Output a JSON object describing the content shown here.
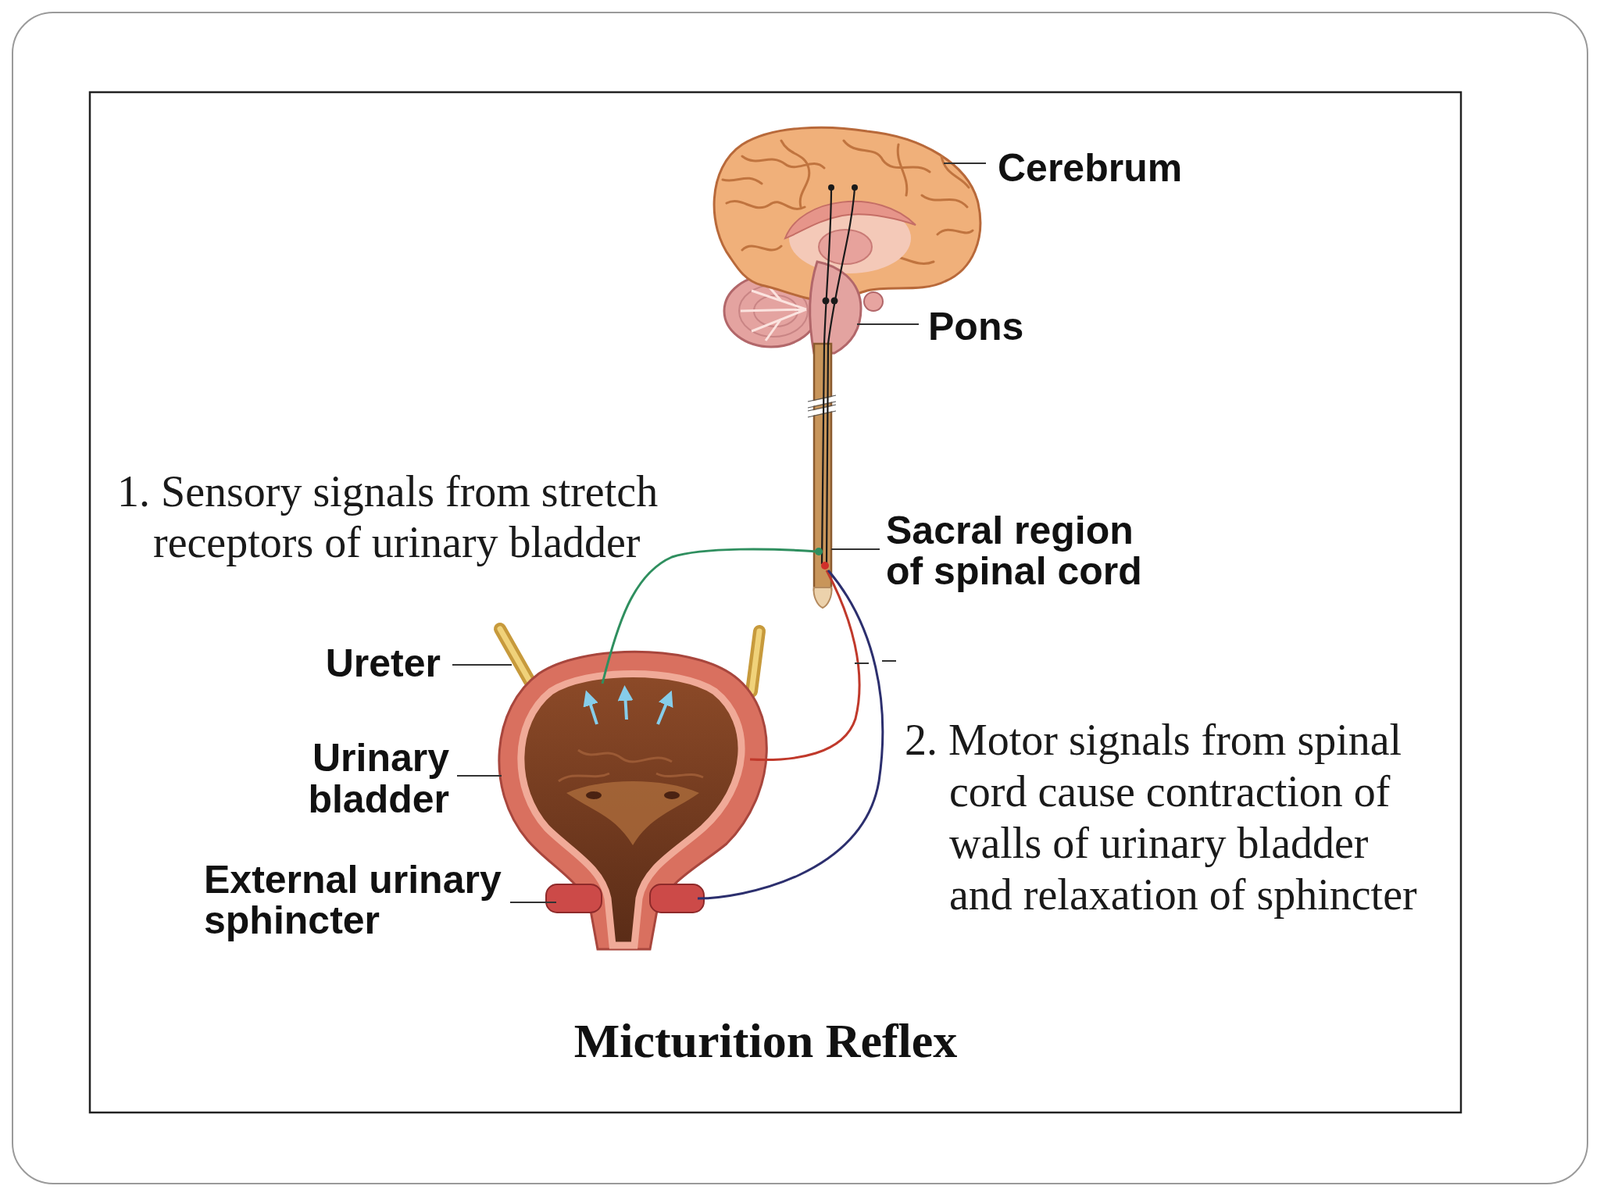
{
  "diagram": {
    "caption": "Micturition Reflex",
    "labels": [
      "Cerebrum",
      "Pons",
      "Sacral region of spinal cord",
      "Ureter",
      "Urinary bladder",
      "External urinary sphincter",
      "1. Sensory signals from stretch receptors of urinary bladder",
      "2. Motor signals from spinal cord cause contraction of walls of urinary bladder and relaxation of sphincter"
    ]
  }
}
